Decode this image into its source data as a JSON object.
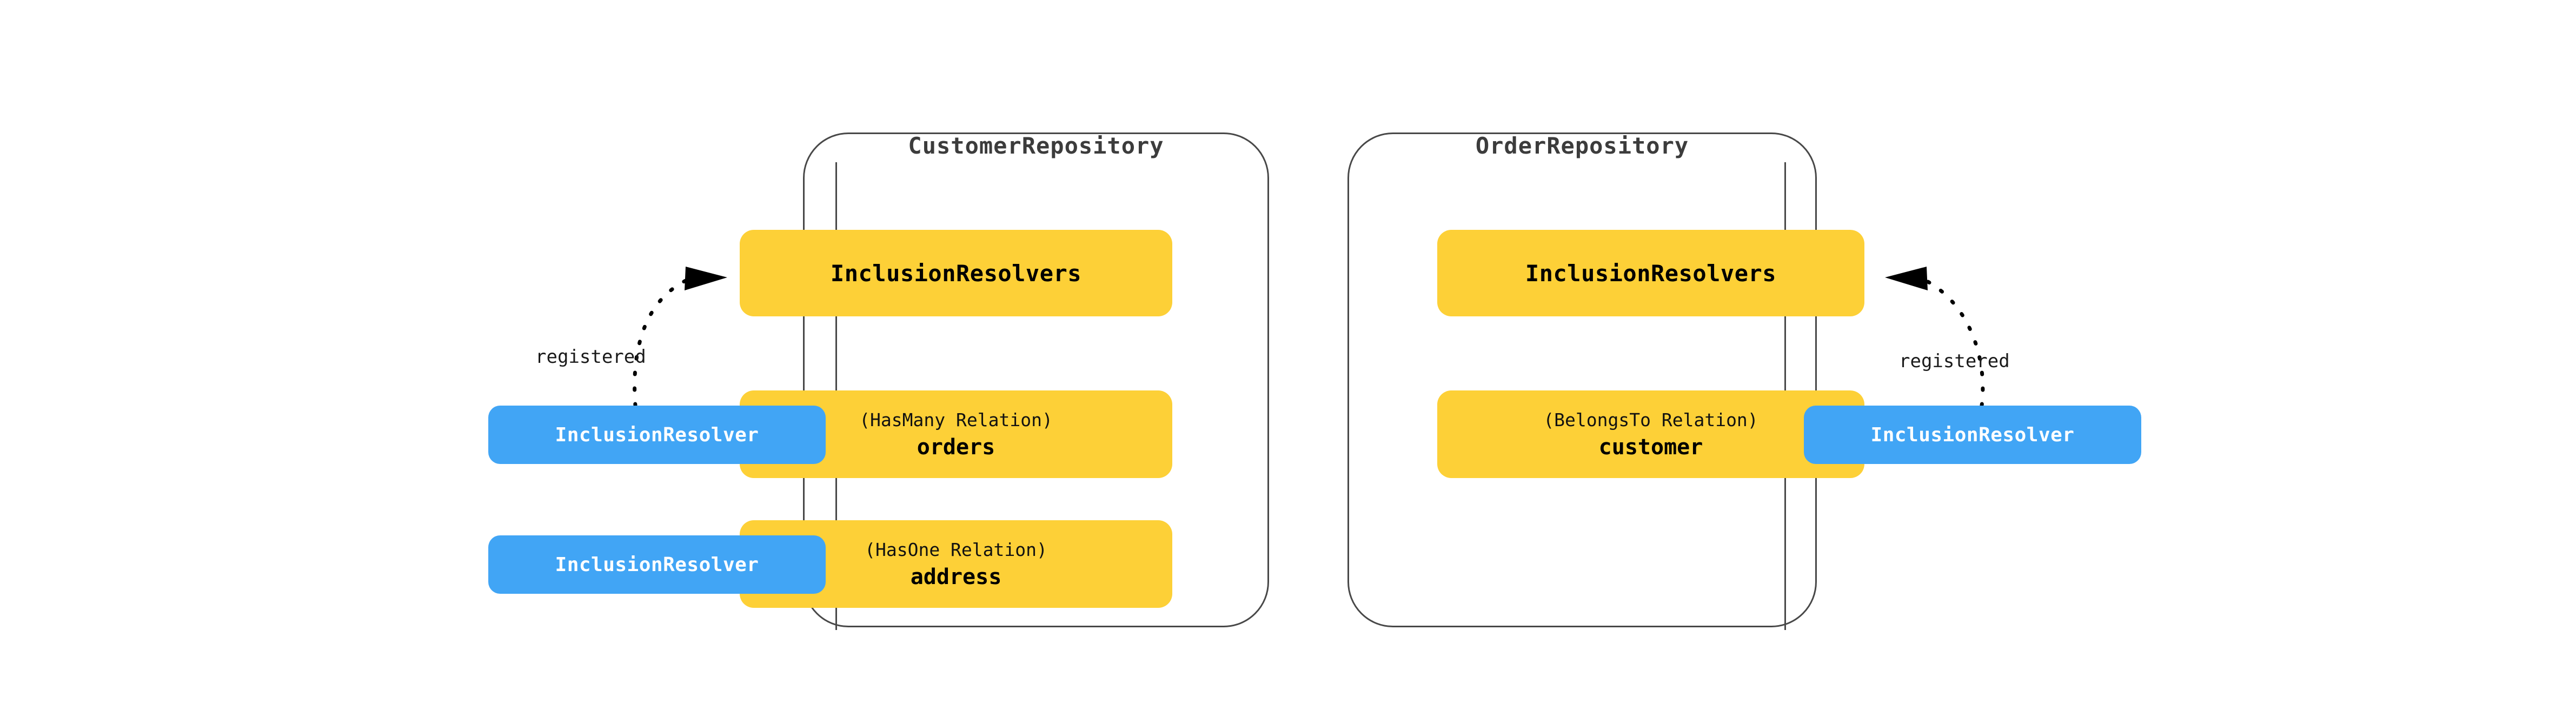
{
  "diagram": {
    "title_semantics": "LoopBack repository inclusion resolver registration",
    "background_color": "#ffffff",
    "colors": {
      "relation_box": "#FDD037",
      "resolver_box": "#41A5F5",
      "container_border": "#484848",
      "container_title_text": "#3c3c3c",
      "resolver_box_text": "#ffffff",
      "relation_box_text": "#000000",
      "edge_label_text": "#1a1a1a",
      "arrow_stroke": "#000000"
    }
  },
  "repositories": [
    {
      "id": "customer-repository",
      "title": "CustomerRepository",
      "resolvers_box_label": "InclusionResolvers",
      "relations": [
        {
          "kind": "(HasMany Relation)",
          "name": "orders"
        },
        {
          "kind": "(HasOne Relation)",
          "name": "address"
        }
      ],
      "resolvers": [
        {
          "label": "InclusionResolver"
        },
        {
          "label": "InclusionResolver"
        }
      ],
      "edge_label": "registered"
    },
    {
      "id": "order-repository",
      "title": "OrderRepository",
      "resolvers_box_label": "InclusionResolvers",
      "relations": [
        {
          "kind": "(BelongsTo Relation)",
          "name": "customer"
        }
      ],
      "resolvers": [
        {
          "label": "InclusionResolver"
        }
      ],
      "edge_label": "registered"
    }
  ],
  "edges": [
    {
      "id": "customer-registered-edge",
      "label": "registered",
      "style": "dotted",
      "from": "customer-inclusion-resolver-0",
      "to": "customer-inclusion-resolvers-box",
      "arrowhead": "right"
    },
    {
      "id": "order-registered-edge",
      "label": "registered",
      "style": "dotted",
      "from": "order-inclusion-resolver-0",
      "to": "order-inclusion-resolvers-box",
      "arrowhead": "left"
    }
  ]
}
